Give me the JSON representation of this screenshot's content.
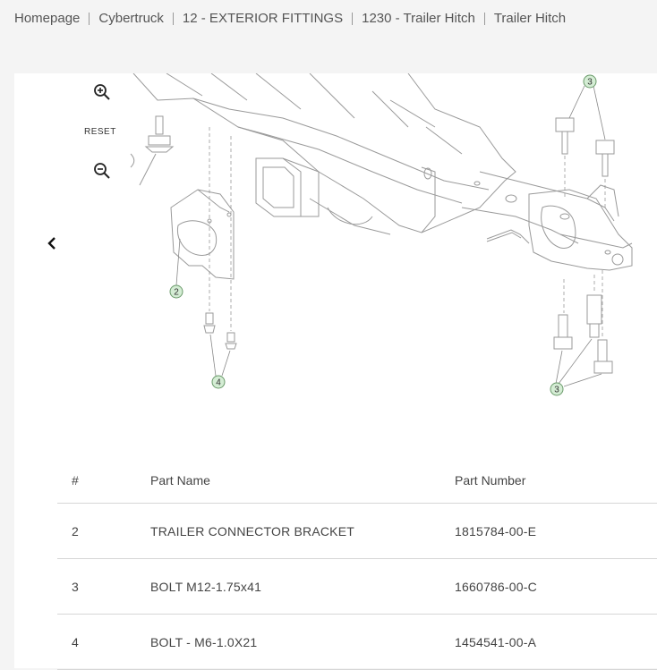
{
  "breadcrumb": [
    "Homepage",
    "Cybertruck",
    "12 - EXTERIOR FITTINGS",
    "1230 - Trailer Hitch",
    "Trailer Hitch"
  ],
  "viewer": {
    "reset_label": "RESET",
    "callouts": [
      "3",
      "2",
      "4",
      "3"
    ]
  },
  "table": {
    "headers": [
      "#",
      "Part Name",
      "Part Number"
    ],
    "rows": [
      {
        "num": "2",
        "name": "TRAILER CONNECTOR BRACKET",
        "part": "1815784-00-E"
      },
      {
        "num": "3",
        "name": "BOLT M12-1.75x41",
        "part": "1660786-00-C"
      },
      {
        "num": "4",
        "name": "BOLT - M6-1.0X21",
        "part": "1454541-00-A"
      }
    ]
  },
  "colors": {
    "callout_fill": "#d4edd4",
    "callout_stroke": "#6a9a6a",
    "line": "#888888"
  }
}
